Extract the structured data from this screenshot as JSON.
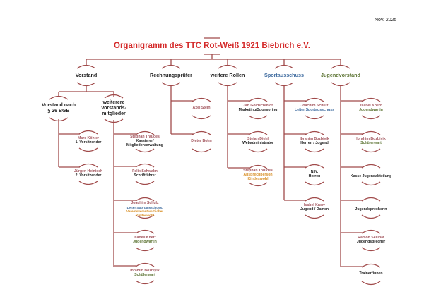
{
  "date": "Nov. 2025",
  "title": "Organigramm des TTC Rot-Weiß 1921 Biebrich e.V.",
  "colors": {
    "line": "#a04a4a",
    "title": "#d42a2a",
    "name": "#a3565e",
    "blue": "#3d6a9e",
    "green": "#5d7434",
    "orange": "#d89028"
  },
  "top": [
    "Vorstand",
    "Rechnungsprüfer",
    "weitere Rollen",
    "Sportausschuss",
    "Jugendvorstand"
  ],
  "vorstand": {
    "sub1": [
      "Vorstand nach",
      "§ 26 BGB"
    ],
    "sub2": [
      "weiterere",
      "Vorstands-",
      "mitglieder"
    ],
    "sub1_members": [
      {
        "name": "Marc Köhler",
        "role": "1. Vorsitzender"
      },
      {
        "name": "Jürgen Heinisch",
        "role": "2. Vorsitzender"
      }
    ],
    "sub2_members": [
      {
        "name": "Stephan Traudes",
        "role": "Kassierer/",
        "role2": "Mitgliederverwaltung"
      },
      {
        "name": "Felix Schwalm",
        "role": "Schriftführer"
      },
      {
        "name": "Joachim Schulz",
        "role": "Leiter Sportausschuss,",
        "role2": "Vereinsverantwortlicher",
        "role3": "Kindeswohl"
      },
      {
        "name": "Isabell Knerr",
        "role": "Jugendwartin"
      },
      {
        "name": "Ibrahim Bozbiyik",
        "role": "Schülerwart"
      }
    ]
  },
  "rechnungspruefer": [
    "Axel Stein",
    "Dieter Bohn"
  ],
  "weitere_rollen": [
    {
      "name": "Jan Goldschmidt",
      "role": "Marketing/Sponsoring"
    },
    {
      "name": "Stefan Diehl",
      "role": "Webadministrator"
    },
    {
      "name": "Stephan Traudes",
      "role": "Ansprechperson",
      "role2": "Kindeswohl"
    }
  ],
  "sportausschuss": [
    {
      "name": "Joachim Schulz",
      "role": "Leiter Sportausschuss"
    },
    {
      "name": "Ibrahim Bozbiyik",
      "role": "Herren / Jugend"
    },
    {
      "name": "N.N.",
      "role": "Herren"
    },
    {
      "name": "Isabel Knerr",
      "role": "Jugend / Damen"
    }
  ],
  "jugendvorstand": [
    {
      "name": "Isabel Knerr",
      "role": "Jugendwartin"
    },
    {
      "name": "Ibrahim Bozbiyik",
      "role": "Schülerwart"
    },
    {
      "role": "Kasse Jugendabteilung"
    },
    {
      "role": "Jugendsprecherin"
    },
    {
      "name": "Ramon Sellinat",
      "role": "Jugendsprecher"
    },
    {
      "role": "Trainer*innen"
    }
  ]
}
